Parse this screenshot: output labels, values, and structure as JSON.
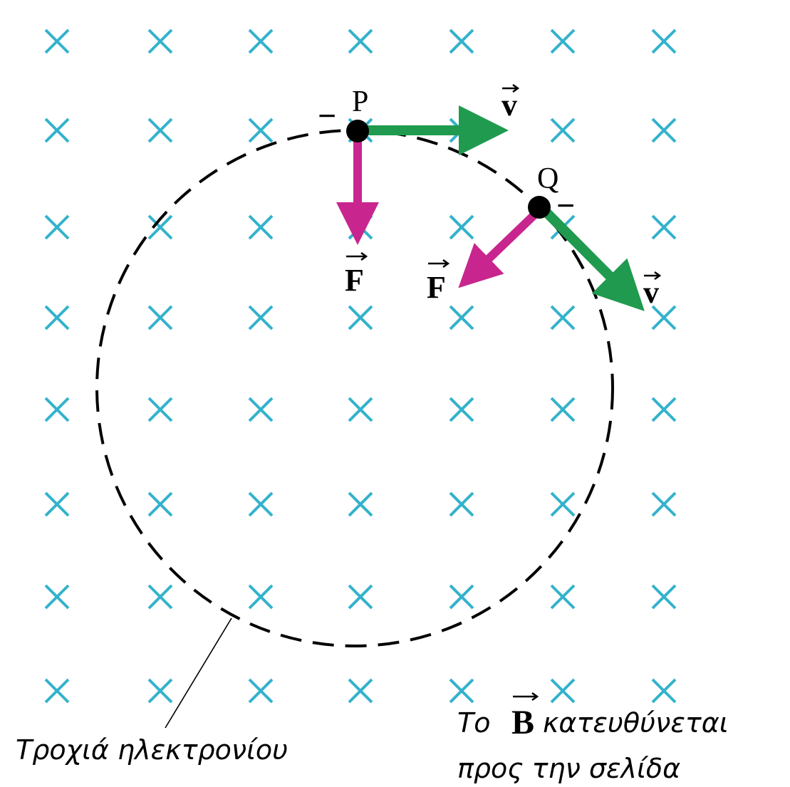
{
  "labels": {
    "point_p": "P",
    "point_q": "Q",
    "velocity_symbol": "v",
    "force_symbol": "F",
    "field_symbol": "B",
    "orbit_caption": "Τροχιά ηλεκτρονίου",
    "field_caption_prefix": "Το",
    "field_caption_suffix": "κατευθύνεται",
    "field_caption_line2": "προς την σελίδα",
    "charge_sign": "−"
  },
  "colors": {
    "field_cross": "#33b2cc",
    "velocity_arrow": "#1f9a4f",
    "force_arrow": "#c8268e",
    "orbit": "#000000",
    "text": "#000000"
  },
  "icons": {
    "field_marker": "cross-into-page-icon",
    "vector_marker": "vector-arrow-icon"
  }
}
